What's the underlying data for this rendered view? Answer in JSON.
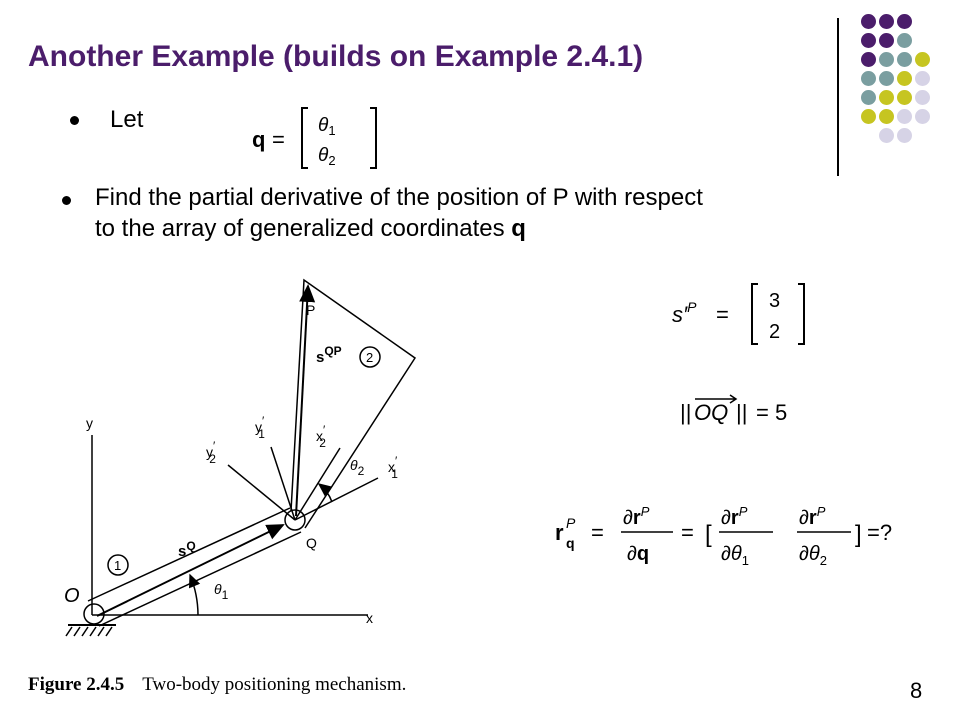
{
  "slide": {
    "title": "Another Example (builds on Example 2.4.1)",
    "bullets": [
      {
        "text": "Let"
      },
      {
        "line1": "Find the partial derivative of the position of P with respect",
        "line2_prefix": "to the array of generalized coordinates ",
        "line2_bold": "q"
      }
    ],
    "page_number": "8"
  },
  "equations": {
    "q_def": {
      "lhs": "q =",
      "entries": [
        "θ1",
        "θ2"
      ]
    },
    "s_prime": {
      "lhs": "s′P =",
      "entries": [
        "3",
        "2"
      ]
    },
    "norm": "||OQ|| = 5",
    "derivative": "rqP = ∂rP/∂q = [∂rP/∂θ1  ∂rP/∂θ2] =?"
  },
  "figure": {
    "caption_label": "Figure 2.4.5",
    "caption_text": "Two-body positioning mechanism.",
    "labels": {
      "P": "P",
      "sQP": "s",
      "sQP_sup": "QP",
      "body2": "2",
      "y": "y",
      "y2": "y",
      "y1": "y",
      "x2": "x",
      "theta2": "θ",
      "x1": "x",
      "Q": "Q",
      "sQ": "s",
      "sQ_sup": "Q",
      "body1": "1",
      "O": "O",
      "theta1": "θ",
      "x": "x",
      "sub1": "1",
      "sub2": "2",
      "prime": "′"
    }
  },
  "decoration": {
    "dot_grid_colors": {
      "purple": "#4b1d6b",
      "teal": "#7a9ea0",
      "olive": "#c6c521",
      "lavender": "#d6d3e6"
    }
  }
}
